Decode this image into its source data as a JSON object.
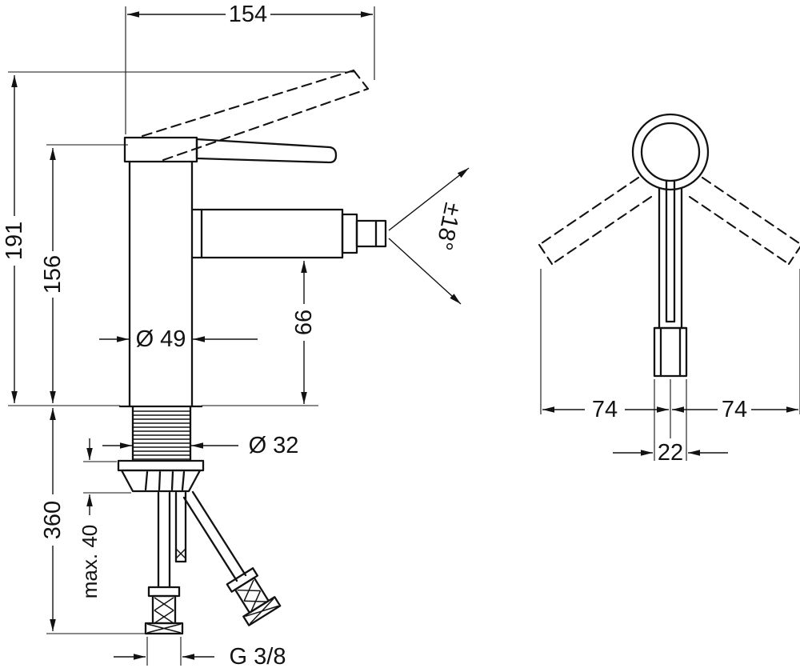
{
  "drawing": {
    "colors": {
      "background": "#ffffff",
      "line": "#121212"
    },
    "front_view": {
      "dim_top_width": "154",
      "dim_total_height": "191",
      "dim_body_height": "156",
      "dim_body_diameter": "Ø 49",
      "dim_spout_to_base": "66",
      "dim_spout_angle": "±18°",
      "dim_shank_diameter": "Ø 32",
      "dim_hose_length": "360",
      "dim_max_mounting": "max. 40",
      "dim_thread": "G 3/8"
    },
    "side_view": {
      "dim_handle_left": "74",
      "dim_handle_right": "74",
      "dim_spout_width": "22"
    }
  }
}
